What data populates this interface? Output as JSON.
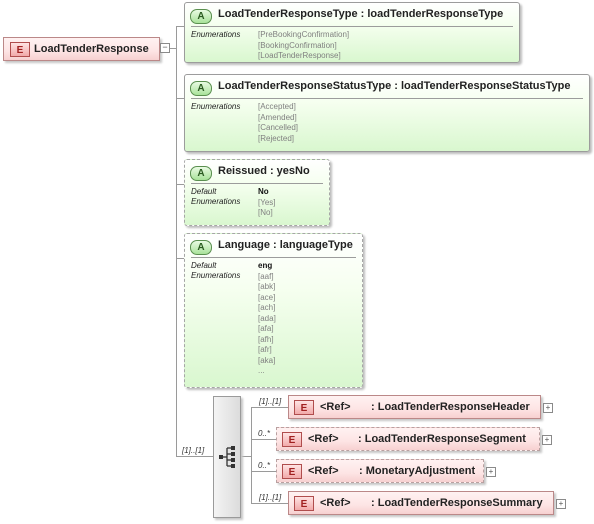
{
  "root": {
    "badge": "E",
    "name": "LoadTenderResponse"
  },
  "attributes": [
    {
      "badge": "A",
      "title": "LoadTenderResponseType : loadTenderResponseType",
      "enum_label": "Enumerations",
      "values": [
        "[PreBookingConfirmation]",
        "[BookingConfirmation]",
        "[LoadTenderResponse]"
      ]
    },
    {
      "badge": "A",
      "title": "LoadTenderResponseStatusType : loadTenderResponseStatusType",
      "enum_label": "Enumerations",
      "values": [
        "[Accepted]",
        "[Amended]",
        "[Cancelled]",
        "[Rejected]"
      ]
    },
    {
      "badge": "A",
      "title": "Reissued : yesNo",
      "default_label": "Default",
      "default_value": "No",
      "enum_label": "Enumerations",
      "values": [
        "[Yes]",
        "[No]"
      ]
    },
    {
      "badge": "A",
      "title": "Language : languageType",
      "default_label": "Default",
      "default_value": "eng",
      "enum_label": "Enumerations",
      "values": [
        "[aaf]",
        "[abk]",
        "[ace]",
        "[ach]",
        "[ada]",
        "[afa]",
        "[afh]",
        "[afr]",
        "[aka]",
        "..."
      ]
    }
  ],
  "sequence": {
    "multiplicity": "[1]..[1]"
  },
  "children": [
    {
      "multiplicity": "[1]..[1]",
      "badge": "E",
      "ref": "<Ref>",
      "name": ": LoadTenderResponseHeader",
      "expand": "+"
    },
    {
      "multiplicity": "0..*",
      "badge": "E",
      "ref": "<Ref>",
      "name": ": LoadTenderResponseSegment",
      "expand": "+"
    },
    {
      "multiplicity": "0..*",
      "badge": "E",
      "ref": "<Ref>",
      "name": ": MonetaryAdjustment",
      "expand": "+"
    },
    {
      "multiplicity": "[1]..[1]",
      "badge": "E",
      "ref": "<Ref>",
      "name": ": LoadTenderResponseSummary",
      "expand": "+"
    }
  ]
}
